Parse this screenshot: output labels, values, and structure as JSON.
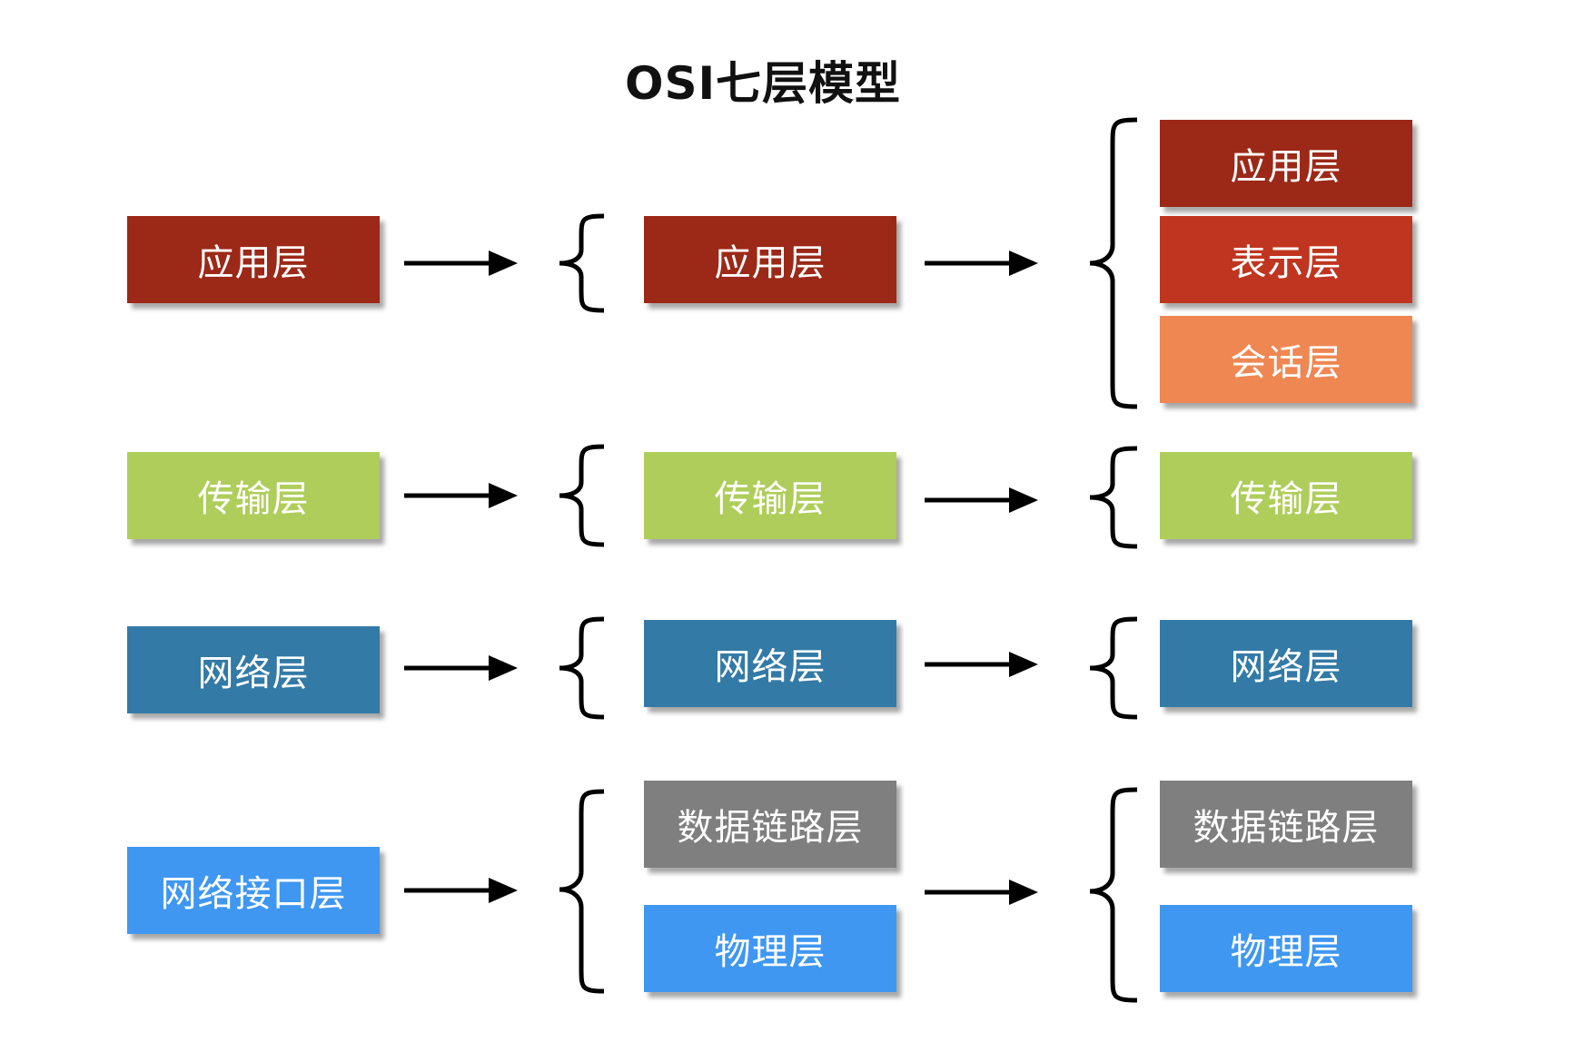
{
  "diagram": {
    "title": "OSI七层模型",
    "colors": {
      "application": "#9c2817",
      "presentation": "#c0351f",
      "session": "#ef8752",
      "transport": "#afcd5b",
      "network": "#337aa6",
      "datalink": "#7f7f7f",
      "physical": "#3f97f1"
    },
    "col1": {
      "application": "应用层",
      "transport": "传输层",
      "network": "网络层",
      "netif": "网络接口层"
    },
    "col2": {
      "application": "应用层",
      "transport": "传输层",
      "network": "网络层",
      "datalink": "数据链路层",
      "physical": "物理层"
    },
    "col3": {
      "application": "应用层",
      "presentation": "表示层",
      "session": "会话层",
      "transport": "传输层",
      "network": "网络层",
      "datalink": "数据链路层",
      "physical": "物理层"
    }
  }
}
